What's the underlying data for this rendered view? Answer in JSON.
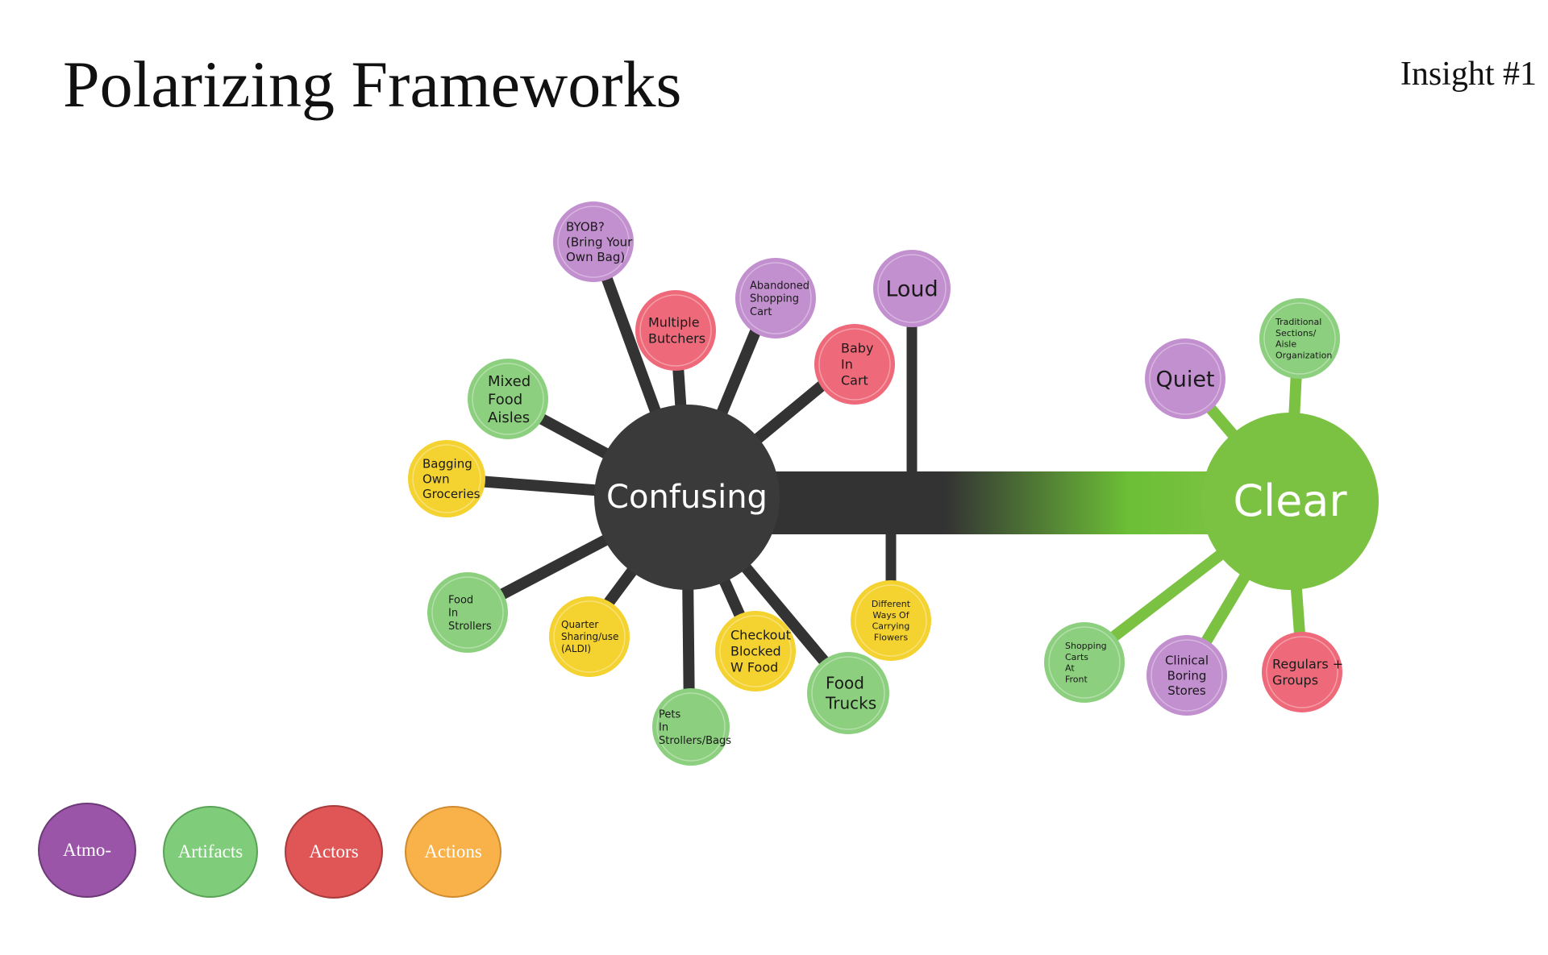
{
  "header": {
    "title": "Polarizing Frameworks",
    "insight": "Insight #1"
  },
  "diagram": {
    "left_hub": "Confusing",
    "right_hub": "Clear",
    "nodes": {
      "byob": [
        "BYOB?",
        "(Bring Your",
        "Own Bag)"
      ],
      "butchers": [
        "Multiple",
        "Butchers"
      ],
      "abandoned": [
        "Abandoned",
        "Shopping",
        "Cart"
      ],
      "loud": [
        "Loud"
      ],
      "baby": [
        "Baby",
        "In",
        "Cart"
      ],
      "mixed": [
        "Mixed",
        "Food",
        "Aisles"
      ],
      "bagging": [
        "Bagging",
        "Own",
        "Groceries"
      ],
      "strollers": [
        "Food",
        "In",
        "Strollers"
      ],
      "quarter": [
        "Quarter",
        "Sharing/use",
        "(ALDI)"
      ],
      "pets": [
        "Pets",
        "In",
        "Strollers/Bags"
      ],
      "checkout": [
        "Checkout",
        "Blocked",
        "W Food"
      ],
      "trucks": [
        "Food",
        "Trucks"
      ],
      "flowers": [
        "Different",
        "Ways Of",
        "Carrying",
        "Flowers"
      ],
      "quiet": [
        "Quiet"
      ],
      "traditional": [
        "Traditional",
        "Sections/",
        "Aisle",
        "Organization"
      ],
      "carts": [
        "Shopping",
        "Carts",
        "At",
        "Front"
      ],
      "clinical": [
        "Clinical",
        "Boring",
        "Stores"
      ],
      "regulars": [
        "Regulars +",
        "Groups"
      ]
    }
  },
  "legend": {
    "atmo": "Atmo-",
    "artifacts": "Artifacts",
    "actors": "Actors",
    "actions": "Actions"
  },
  "colors": {
    "atmosphere": "#c28fcf",
    "artifacts": "#8ccf7e",
    "actors": "#ee6a7a",
    "actions": "#f4d230",
    "hub_dark": "#3a3a3a",
    "hub_green": "#7cc242"
  }
}
